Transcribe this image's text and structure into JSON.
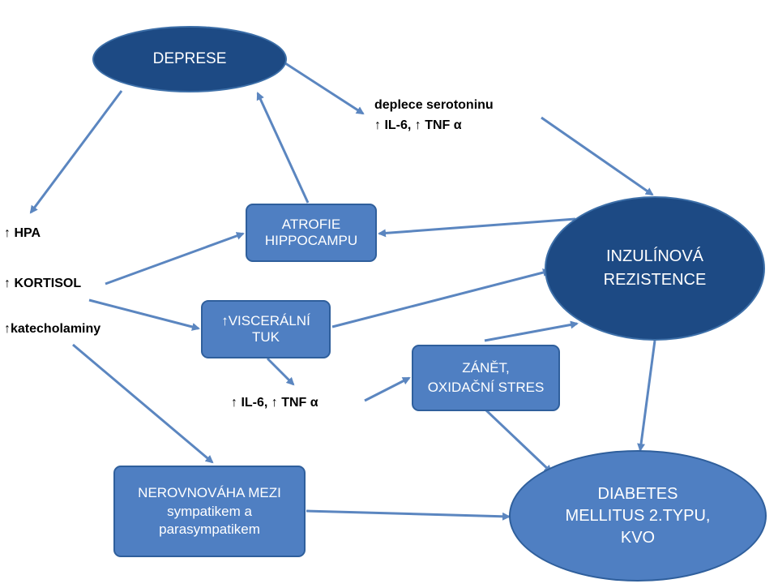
{
  "nodes": {
    "deprese": "DEPRESE",
    "inzulinova_rezistence": [
      "INZULÍNOVÁ",
      "REZISTENCE"
    ],
    "diabetes": [
      "DIABETES",
      "MELLITUS 2.TYPU,",
      "KVO"
    ],
    "atrofie": [
      "ATROFIE",
      "HIPPOCAMPU"
    ],
    "visceralni_tuk": [
      "↑VISCERÁLNÍ",
      "TUK"
    ],
    "zanet": [
      "ZÁNĚT,",
      "OXIDAČNÍ STRES"
    ],
    "nerovnovaha": [
      "NEROVNOVÁHA MEZI",
      "sympatikem a",
      "parasympatikem"
    ]
  },
  "labels": {
    "serotonin": [
      "deplece serotoninu",
      "↑  IL-6, ↑ TNF α"
    ],
    "hpa": "↑ HPA",
    "kortisol": "↑ KORTISOL",
    "katecholaminy": "↑katecholaminy",
    "cytokines": "↑  IL-6, ↑ TNF α"
  },
  "colors": {
    "dark_node": "#1d4a84",
    "medium_node": "#4f7fc2",
    "arrow": "#5b86c0"
  }
}
